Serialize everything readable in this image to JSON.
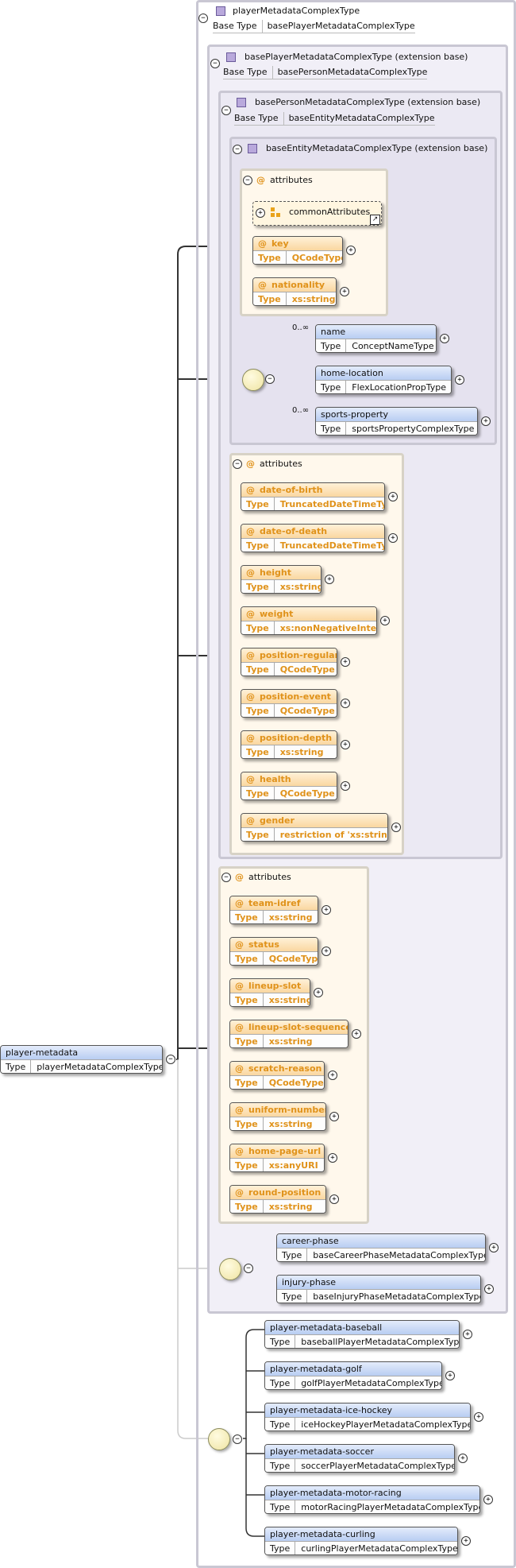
{
  "root": {
    "name": "player-metadata",
    "type_label": "Type",
    "type": "playerMetadataComplexType"
  },
  "complex_type": {
    "title": "playerMetadataComplexType",
    "base_label": "Base Type",
    "base_type": "basePlayerMetadataComplexType"
  },
  "ext1": {
    "title": "basePlayerMetadataComplexType (extension base)",
    "base_label": "Base Type",
    "base_type": "basePersonMetadataComplexType"
  },
  "ext2": {
    "title": "basePersonMetadataComplexType (extension base)",
    "base_label": "Base Type",
    "base_type": "baseEntityMetadataComplexType"
  },
  "ext3": {
    "title": "baseEntityMetadataComplexType (extension base)"
  },
  "entity_attrs": {
    "heading": "attributes",
    "group_ref": "commonAttributes",
    "items": [
      {
        "name": "key",
        "type": "QCodeType"
      },
      {
        "name": "nationality",
        "type": "xs:string"
      }
    ]
  },
  "entity_seq": {
    "items": [
      {
        "name": "name",
        "type": "ConceptNameType",
        "card": "0..∞"
      },
      {
        "name": "home-location",
        "type": "FlexLocationPropType",
        "card": ""
      },
      {
        "name": "sports-property",
        "type": "sportsPropertyComplexType",
        "card": "0..∞"
      }
    ]
  },
  "person_attrs": {
    "heading": "attributes",
    "items": [
      {
        "name": "date-of-birth",
        "type": "TruncatedDateTimeType"
      },
      {
        "name": "date-of-death",
        "type": "TruncatedDateTimeType"
      },
      {
        "name": "height",
        "type": "xs:string"
      },
      {
        "name": "weight",
        "type": "xs:nonNegativeInteger"
      },
      {
        "name": "position-regular",
        "type": "QCodeType"
      },
      {
        "name": "position-event",
        "type": "QCodeType"
      },
      {
        "name": "position-depth",
        "type": "xs:string"
      },
      {
        "name": "health",
        "type": "QCodeType"
      },
      {
        "name": "gender",
        "type": "restriction of 'xs:string'"
      }
    ]
  },
  "player_attrs": {
    "heading": "attributes",
    "items": [
      {
        "name": "team-idref",
        "type": "xs:string"
      },
      {
        "name": "status",
        "type": "QCodeType"
      },
      {
        "name": "lineup-slot",
        "type": "xs:string"
      },
      {
        "name": "lineup-slot-sequence",
        "type": "xs:string"
      },
      {
        "name": "scratch-reason",
        "type": "QCodeType"
      },
      {
        "name": "uniform-number",
        "type": "xs:string"
      },
      {
        "name": "home-page-url",
        "type": "xs:anyURI"
      },
      {
        "name": "round-position",
        "type": "xs:string"
      }
    ]
  },
  "phases": {
    "items": [
      {
        "name": "career-phase",
        "type": "baseCareerPhaseMetadataComplexType"
      },
      {
        "name": "injury-phase",
        "type": "baseInjuryPhaseMetadataComplexType"
      }
    ]
  },
  "sports": {
    "items": [
      {
        "name": "player-metadata-baseball",
        "type": "baseballPlayerMetadataComplexType"
      },
      {
        "name": "player-metadata-golf",
        "type": "golfPlayerMetadataComplexType"
      },
      {
        "name": "player-metadata-ice-hockey",
        "type": "iceHockeyPlayerMetadataComplexType"
      },
      {
        "name": "player-metadata-soccer",
        "type": "soccerPlayerMetadataComplexType"
      },
      {
        "name": "player-metadata-motor-racing",
        "type": "motorRacingPlayerMetadataComplexType"
      },
      {
        "name": "player-metadata-curling",
        "type": "curlingPlayerMetadataComplexType"
      }
    ]
  },
  "labels": {
    "type_label": "Type",
    "collapse": "−",
    "expand": "+",
    "at_sign": "@"
  },
  "colors": {
    "element_header": "#b8cdf2",
    "attribute_header": "#fad7a0",
    "frame_border": "#c9c7d3",
    "attribute_box": "#fff8ec"
  }
}
